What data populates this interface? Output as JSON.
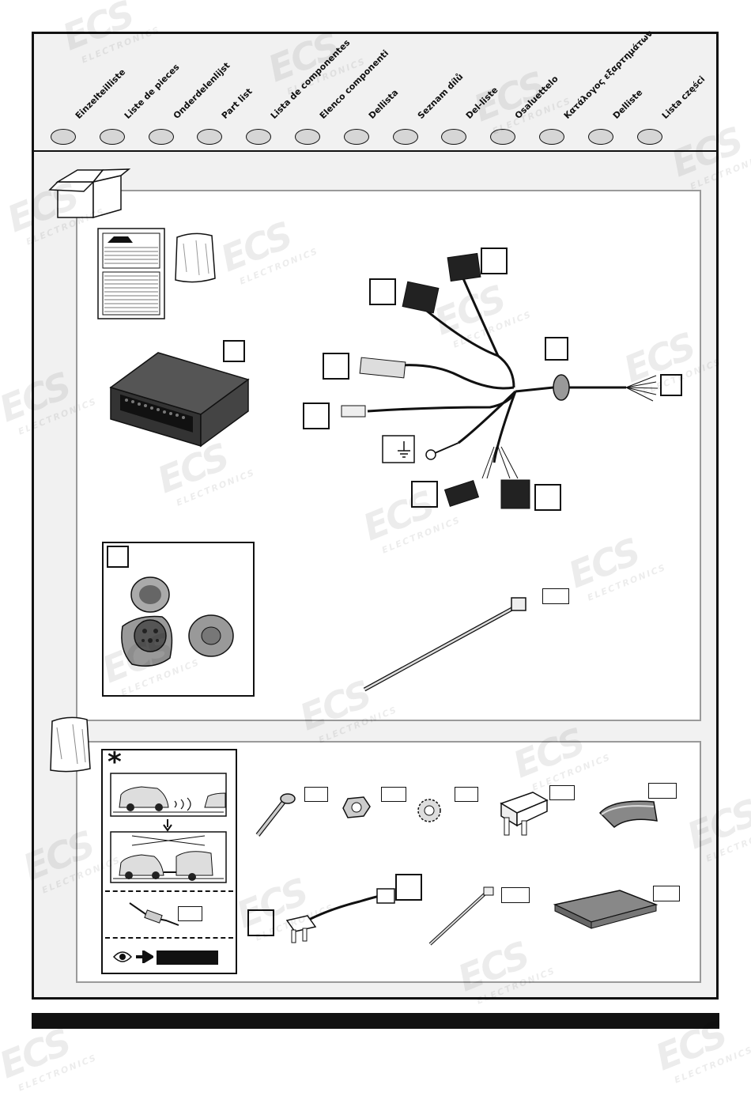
{
  "watermark": {
    "brand": "ECS",
    "sub": "ELECTRONICS"
  },
  "languages": [
    "Einzelteilliste",
    "Liste de pieces",
    "Onderdelenlijst",
    "Part list",
    "Lista de componentes",
    "Elenco componenti",
    "Dellista",
    "Seznam dílů",
    "Del-liste",
    "Osaluettelo",
    "Κατάλογος εξαρτημάτων",
    "Delliste",
    "Lista części"
  ],
  "colors": {
    "frame": "#111111",
    "panel_border": "#9a9a9a",
    "header_bg": "#f1f1f1",
    "oval": "#d6d6d6"
  },
  "icons": {
    "box": "open-box-icon",
    "bag": "plastic-bag-icon",
    "doc": "instruction-sheet-icon",
    "module": "control-module-icon",
    "harness": "wiring-harness-icon",
    "socket": "socket-13pin-icon",
    "ground": "ground-symbol-icon",
    "tie": "cable-tie-icon",
    "bolt": "bolt-icon",
    "nut": "nut-icon",
    "washer": "washer-icon",
    "fuse": "fuse-icon",
    "tape": "adhesive-tape-icon",
    "fuse_tap": "fuse-tap-cable-icon",
    "sponge": "foam-pad-icon",
    "asterisk": "asterisk-icon",
    "eye": "eye-icon",
    "arrow": "arrow-right-icon"
  },
  "asterisk": "*"
}
